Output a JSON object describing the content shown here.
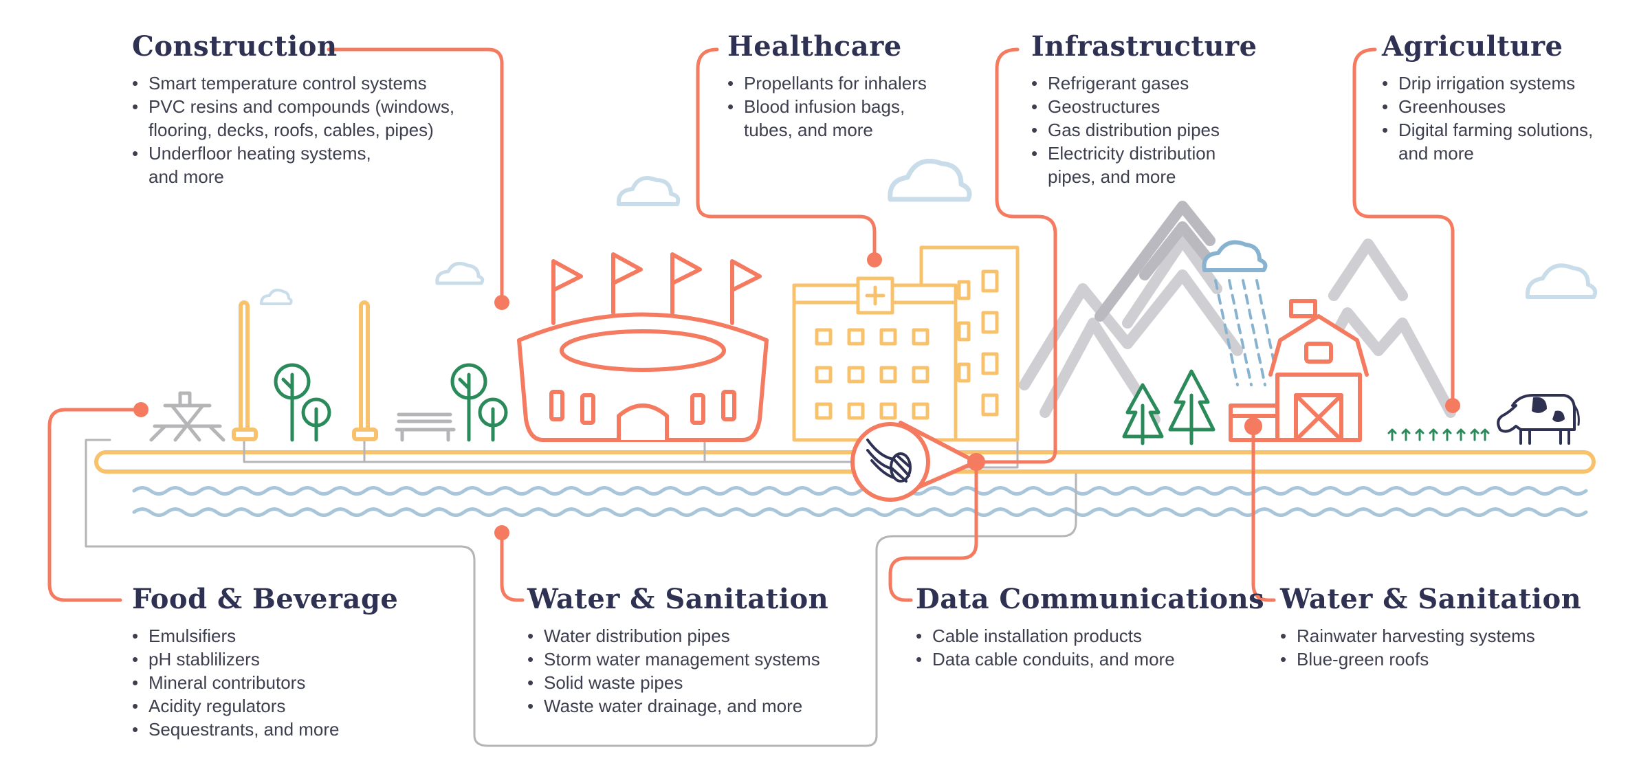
{
  "sections": {
    "construction": {
      "title": "Construction",
      "items": [
        "Smart temperature control systems",
        "PVC resins and compounds (windows,\nflooring, decks, roofs, cables, pipes)",
        "Underfloor heating systems,\nand more"
      ]
    },
    "healthcare": {
      "title": "Healthcare",
      "items": [
        "Propellants for inhalers",
        "Blood infusion bags,\ntubes, and more"
      ]
    },
    "infrastructure": {
      "title": "Infrastructure",
      "items": [
        "Refrigerant gases",
        "Geostructures",
        "Gas distribution pipes",
        "Electricity distribution\npipes, and more"
      ]
    },
    "agriculture": {
      "title": "Agriculture",
      "items": [
        "Drip irrigation systems",
        "Greenhouses",
        "Digital farming solutions,\nand more"
      ]
    },
    "food_beverage": {
      "title": "Food & Beverage",
      "items": [
        "Emulsifiers",
        "pH stablilizers",
        "Mineral contributors",
        "Acidity regulators",
        "Sequestrants, and more"
      ]
    },
    "water_sanitation_1": {
      "title": "Water & Sanitation",
      "items": [
        "Water distribution pipes",
        "Storm water management systems",
        "Solid waste pipes",
        "Waste water drainage, and more"
      ]
    },
    "data_communications": {
      "title": "Data Communications",
      "items": [
        "Cable installation products",
        "Data cable conduits, and more"
      ]
    },
    "water_sanitation_2": {
      "title": "Water & Sanitation",
      "items": [
        "Rainwater harvesting systems",
        "Blue-green roofs"
      ]
    }
  },
  "colors": {
    "connector": "#f47a60",
    "pipe": "#f8c16c",
    "water": "#a9c5da",
    "mountain": "#cfcfd3",
    "tree": "#2a8a5a",
    "heading": "#2e3152",
    "text": "#3d3f4f"
  }
}
